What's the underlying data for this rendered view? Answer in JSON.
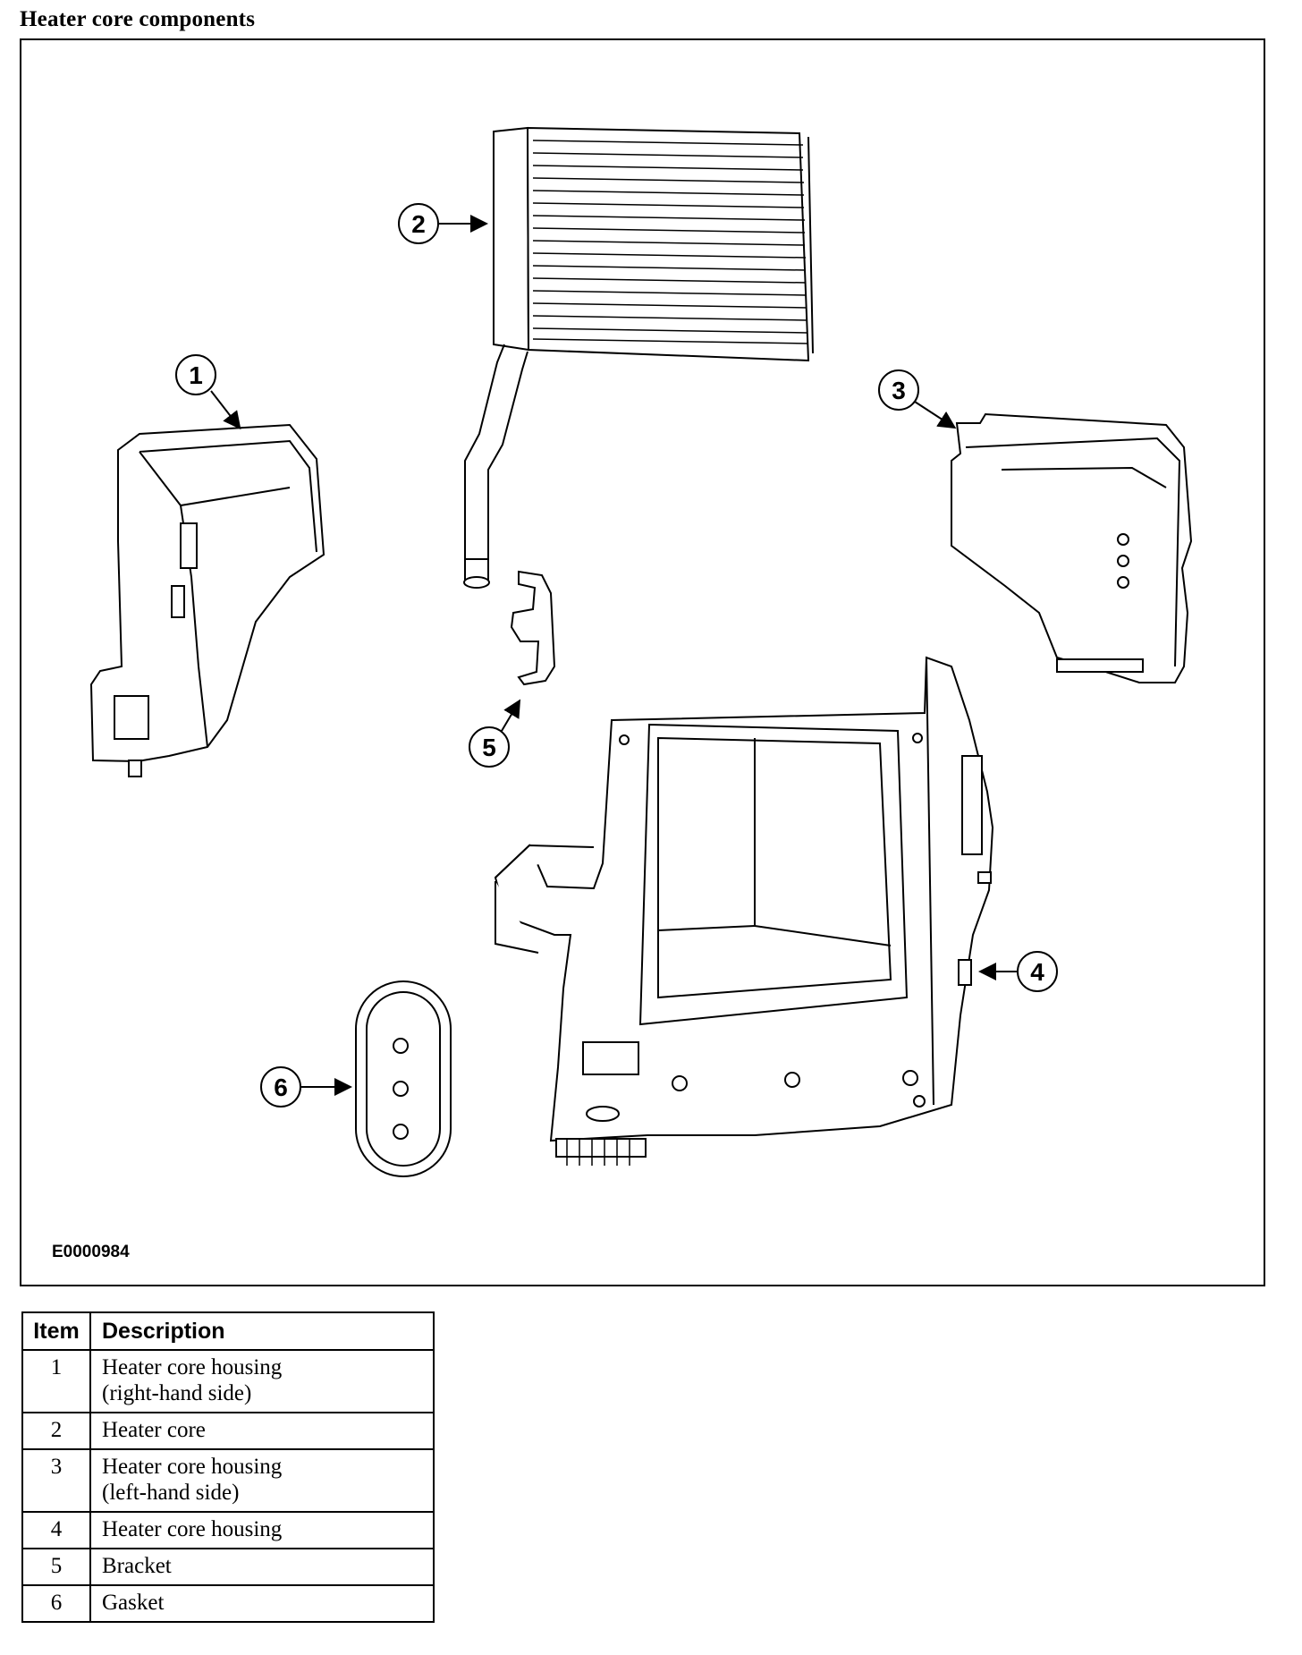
{
  "title": "Heater core components",
  "figure_id": "E0000984",
  "callouts": [
    "1",
    "2",
    "3",
    "4",
    "5",
    "6"
  ],
  "legend": {
    "headers": {
      "item": "Item",
      "description": "Description"
    },
    "rows": [
      {
        "item": "1",
        "description_line1": "Heater core housing",
        "description_line2": "(right-hand side)"
      },
      {
        "item": "2",
        "description_line1": "Heater core",
        "description_line2": ""
      },
      {
        "item": "3",
        "description_line1": "Heater core housing",
        "description_line2": "(left-hand side)"
      },
      {
        "item": "4",
        "description_line1": "Heater core housing",
        "description_line2": ""
      },
      {
        "item": "5",
        "description_line1": "Bracket",
        "description_line2": ""
      },
      {
        "item": "6",
        "description_line1": "Gasket",
        "description_line2": ""
      }
    ]
  }
}
